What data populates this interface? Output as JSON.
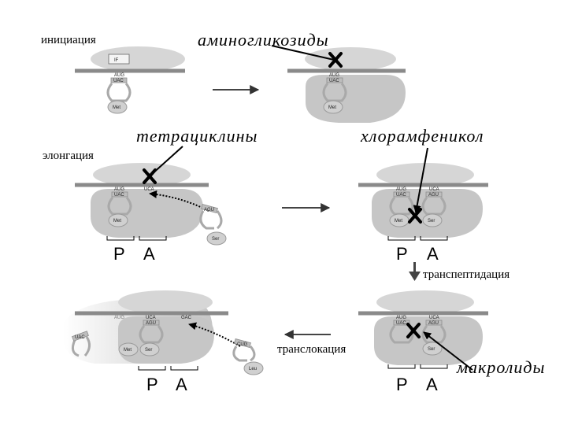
{
  "labels": {
    "initiation": "инициация",
    "elongation": "элонгация",
    "transpeptidation": "транспептидация",
    "translocation": "транслокация"
  },
  "drugs": {
    "aminoglycosides": "аминогликозиды",
    "tetracyclines": "тетрациклины",
    "chloramphenicol": "хлорамфеникол",
    "macrolides": "макролиды"
  },
  "sites": {
    "p": "P",
    "a": "A"
  },
  "factor": "IF",
  "codons": {
    "start": "AUG",
    "second": "UCA",
    "third": "GAC"
  },
  "anticodons": {
    "start": "UAC",
    "second": "AGU",
    "third": "CUG"
  },
  "amino_acids": {
    "met": "Met",
    "ser": "Ser",
    "leu": "Leu"
  }
}
